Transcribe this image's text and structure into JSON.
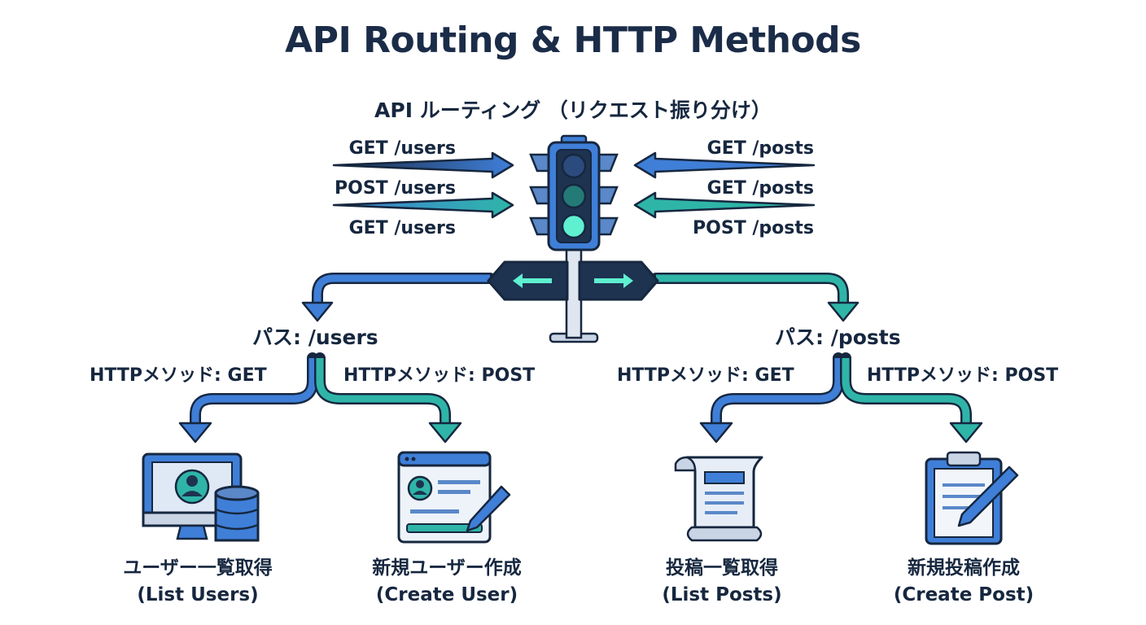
{
  "title": "API Routing & HTTP Methods",
  "subtitle": "API ルーティング （リクエスト振り分け）",
  "incoming_left": [
    "GET /users",
    "POST /users",
    "GET /users"
  ],
  "incoming_right": [
    "GET /posts",
    "GET /posts",
    "POST /posts"
  ],
  "branches": [
    {
      "path": "パス: /users",
      "methods": [
        "HTTPメソッド: GET",
        "HTTPメソッド: POST"
      ],
      "actions": [
        {
          "jp": "ユーザー一覧取得",
          "en": "(List Users)",
          "icon": "monitor-database-icon"
        },
        {
          "jp": "新規ユーザー作成",
          "en": "(Create User)",
          "icon": "user-form-pen-icon"
        }
      ]
    },
    {
      "path": "パス: /posts",
      "methods": [
        "HTTPメソッド: GET",
        "HTTPメソッド: POST"
      ],
      "actions": [
        {
          "jp": "投稿一覧取得",
          "en": "(List Posts)",
          "icon": "document-scroll-icon"
        },
        {
          "jp": "新規投稿作成",
          "en": "(Create Post)",
          "icon": "clipboard-pen-icon"
        }
      ]
    }
  ],
  "colors": {
    "navy": "#1b2c48",
    "blue": "#3f7fd8",
    "teal": "#2fb5a8",
    "outline": "#16273f",
    "light_green": "#5ef0d0"
  },
  "central_icon": "traffic-light-icon"
}
